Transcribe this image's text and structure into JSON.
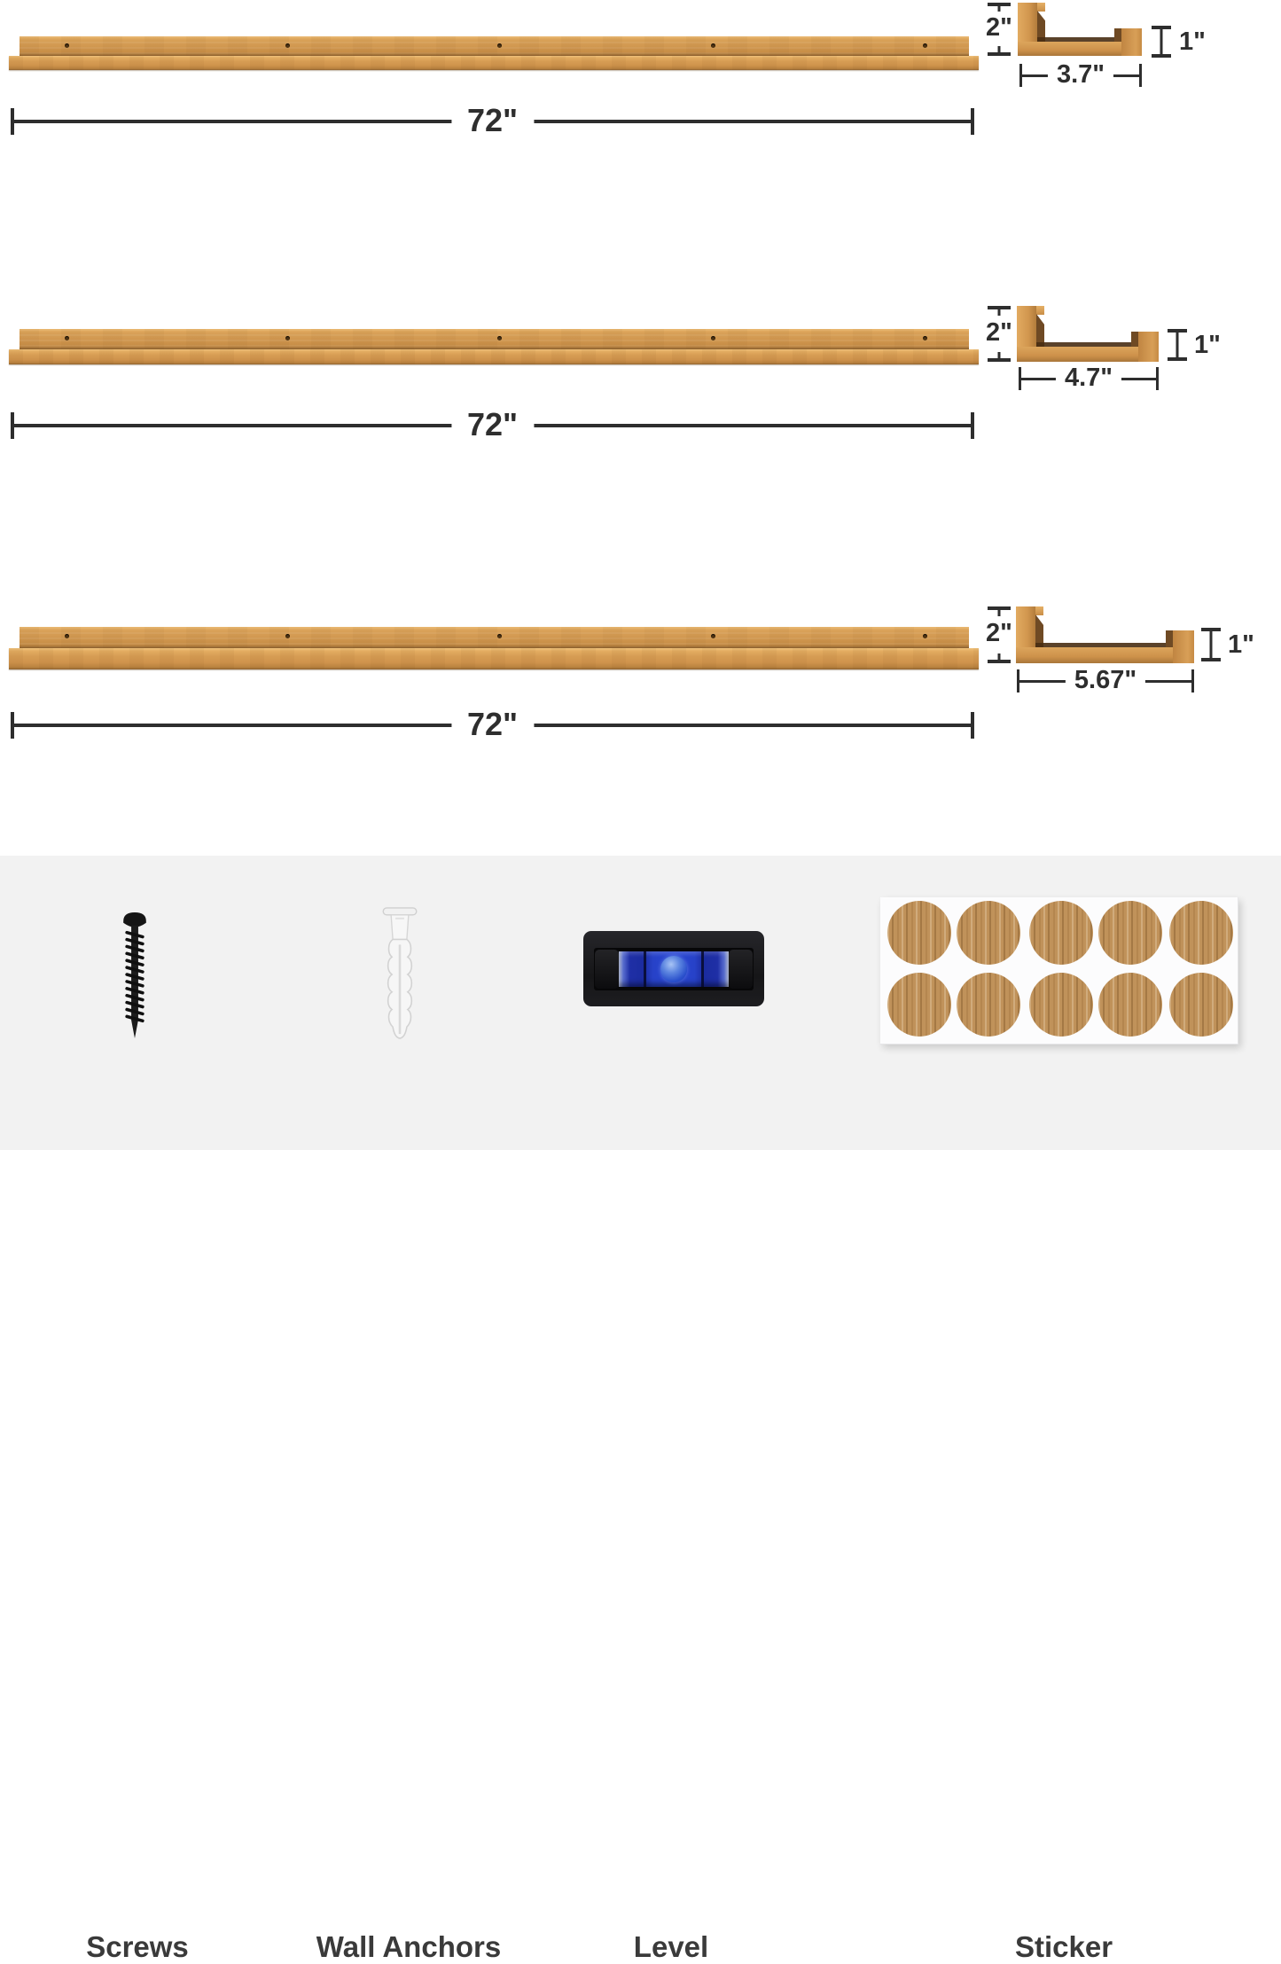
{
  "sections": [
    {
      "length_label": "72\"",
      "height_label": "2\"",
      "lip_label": "1\"",
      "depth_label": "3.7\""
    },
    {
      "length_label": "72\"",
      "height_label": "2\"",
      "lip_label": "1\"",
      "depth_label": "4.7\""
    },
    {
      "length_label": "72\"",
      "height_label": "2\"",
      "lip_label": "1\"",
      "depth_label": "5.67\""
    }
  ],
  "accessories": {
    "screws_label": "Screws",
    "wall_anchors_label": "Wall Anchors",
    "level_label": "Level",
    "sticker_label": "Sticker"
  },
  "colors": {
    "wood": "#d39a52",
    "wood_inner_dark": "#6f4a24",
    "dimension_ink": "#2e2e2e",
    "panel_background": "#f2f2f2",
    "level_blue": "#2946d2",
    "label_text": "#3a3a3a"
  }
}
